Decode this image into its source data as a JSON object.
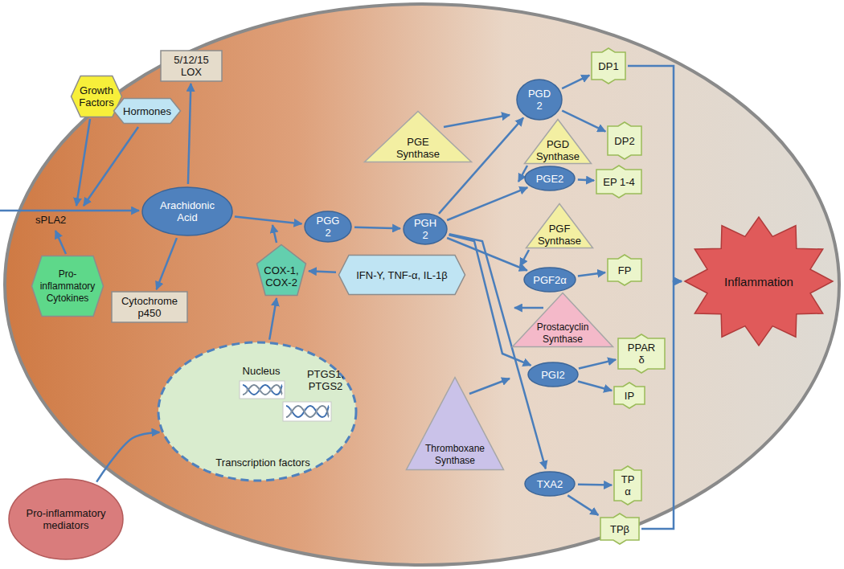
{
  "diagram": {
    "nodes": [
      {
        "text": [
          "Growth Factors"
        ]
      },
      {
        "text": [
          "Hormones"
        ]
      },
      {
        "text": [
          "5/12/15 LOX"
        ]
      },
      {
        "text": [
          "Arachidonic Acid"
        ]
      },
      {
        "text": [
          "Pro-inflammatory Cytokines"
        ]
      },
      {
        "text": [
          "Cytochrome p450"
        ]
      },
      {
        "text": [
          "COX-1, COX-2"
        ]
      },
      {
        "text": [
          "IFN-Y, TNF-α, IL-1β"
        ]
      },
      {
        "text": [
          "Nucleus",
          "PTGS1, PTGS2",
          "Transcription factors"
        ]
      },
      {
        "text": [
          "Pro-inflammatory mediators"
        ]
      },
      {
        "text": [
          "PGG 2"
        ]
      },
      {
        "text": [
          "PGH 2"
        ]
      },
      {
        "text": [
          "PGE Synthase"
        ]
      },
      {
        "text": [
          "PGD 2"
        ]
      },
      {
        "text": [
          "PGD Synthase"
        ]
      },
      {
        "text": [
          "PGE2"
        ]
      },
      {
        "text": [
          "PGF Synthase"
        ]
      },
      {
        "text": [
          "PGF2α"
        ]
      },
      {
        "text": [
          "Prostacyclin Synthase"
        ]
      },
      {
        "text": [
          "PGI2"
        ]
      },
      {
        "text": [
          "Thromboxane Synthase"
        ]
      },
      {
        "text": [
          "TXA2"
        ]
      },
      {
        "text": [
          "DP1"
        ]
      },
      {
        "text": [
          "DP2"
        ]
      },
      {
        "text": [
          "EP 1-4"
        ]
      },
      {
        "text": [
          "FP"
        ]
      },
      {
        "text": [
          "PPAR δ"
        ]
      },
      {
        "text": [
          "IP"
        ]
      },
      {
        "text": [
          "TP α"
        ]
      },
      {
        "text": [
          "TPβ"
        ]
      },
      {
        "text": [
          "Inflammation"
        ]
      }
    ],
    "edges": [
      {
        "from": 3,
        "to": 2,
        "arrow": "to"
      },
      {
        "from": 3,
        "to": 5,
        "arrow": "to"
      },
      {
        "from": 3,
        "to": 10,
        "arrow": "to"
      },
      {
        "from": 10,
        "to": 11,
        "arrow": "to"
      },
      {
        "from": 7,
        "to": 6,
        "arrow": "to"
      },
      {
        "from": 8,
        "to": 6,
        "arrow": "to"
      },
      {
        "from": 9,
        "to": 8,
        "arrow": "to"
      },
      {
        "from": 11,
        "to": 13,
        "arrow": "to"
      },
      {
        "from": 11,
        "to": 15,
        "arrow": "to"
      },
      {
        "from": 11,
        "to": 17,
        "arrow": "to"
      },
      {
        "from": 11,
        "to": 19,
        "arrow": "to"
      },
      {
        "from": 11,
        "to": 21,
        "arrow": "to"
      },
      {
        "from": 13,
        "to": 22,
        "arrow": "to"
      },
      {
        "from": 13,
        "to": 23,
        "arrow": "to"
      },
      {
        "from": 15,
        "to": 24,
        "arrow": "to"
      },
      {
        "from": 17,
        "to": 25,
        "arrow": "to"
      },
      {
        "from": 19,
        "to": 26,
        "arrow": "to"
      },
      {
        "from": 19,
        "to": 27,
        "arrow": "to"
      },
      {
        "from": 21,
        "to": 28,
        "arrow": "to"
      },
      {
        "from": 21,
        "to": 29,
        "arrow": "to"
      },
      {
        "from": 22,
        "to": 30,
        "arrow": "to"
      },
      {
        "from": 29,
        "to": 30,
        "arrow": "to"
      }
    ],
    "labels": [
      "sPLA2"
    ]
  }
}
